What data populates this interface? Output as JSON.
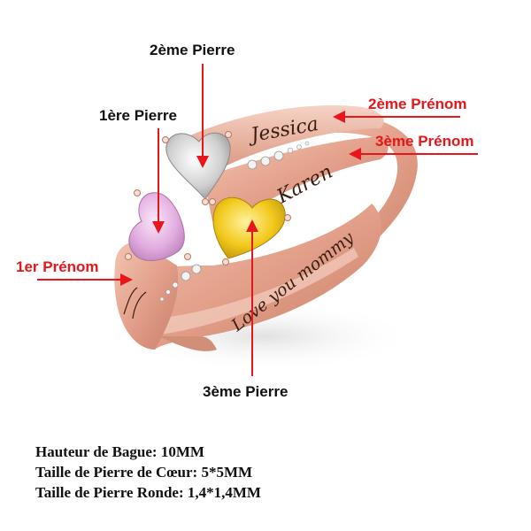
{
  "labels": {
    "stone_2": "2ème Pierre",
    "stone_1": "1ère Pierre",
    "stone_3": "3ème Pierre",
    "name_2": "2ème Prénom",
    "name_3": "3ème Prénom",
    "name_1": "1er Prénom"
  },
  "engravings": {
    "name_2": "Jessica",
    "name_3": "Karen",
    "message": "Love you mommy"
  },
  "specs": [
    "Hauteur de Bague: 10MM",
    "Taille de Pierre de Cœur: 5*5MM",
    "Taille de Pierre Ronde: 1,4*1,4MM"
  ],
  "colors": {
    "annotation_red": "#e8151b",
    "rose_gold": "#e4a48c",
    "stone_white": "#d9d9d9",
    "stone_pink": "#e8b6e6",
    "stone_yellow": "#f2c91c"
  }
}
